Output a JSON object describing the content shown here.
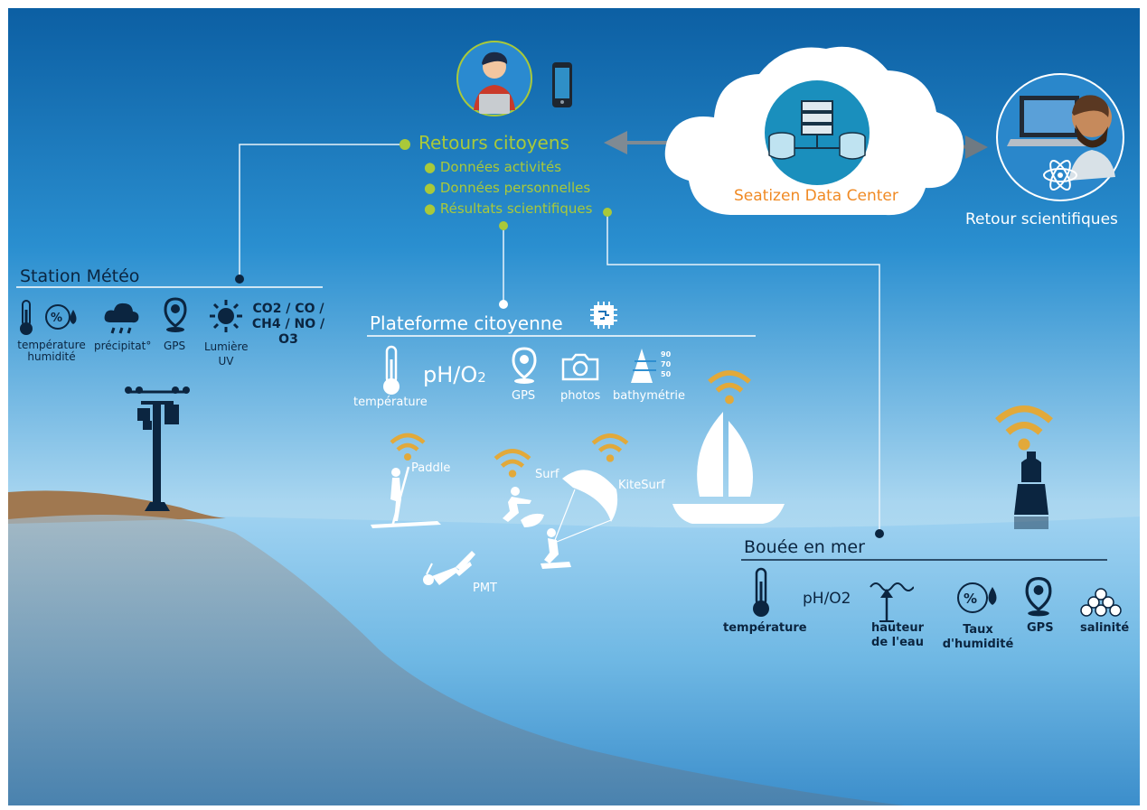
{
  "colors": {
    "sky_top": "#0c5fa3",
    "sky_bottom": "#c5e4f4",
    "sea": "#6fb8e4",
    "sand": "#a07850",
    "accent_green": "#a9c93a",
    "wifi_gold": "#e2a93a",
    "cloud_teal": "#1a8fbd",
    "datacenter_orange": "#f08a24",
    "dark_navy": "#0b2540"
  },
  "citizen": {
    "title": "Retours citoyens",
    "items": [
      "Données activités",
      "Données personnelles",
      "Résultats scientifiques"
    ],
    "icons": [
      "citizen-avatar-icon",
      "smartphone-icon"
    ]
  },
  "datacenter": {
    "label": "Seatizen Data Center",
    "icons": [
      "cloud-icon",
      "server-icon",
      "database-icon"
    ]
  },
  "science": {
    "label": "Retour scientifiques",
    "icons": [
      "scientist-avatar-icon",
      "laptop-icon",
      "atom-icon"
    ]
  },
  "station": {
    "title": "Station Météo",
    "sensors": {
      "temp_humidity": "température humidité",
      "precip": "précipitat°",
      "gps": "GPS",
      "light": "Lumière UV",
      "gases": "CO2 / CO / CH4 / NO / O3"
    },
    "icons": [
      "thermometer-icon",
      "humidity-icon",
      "rain-cloud-icon",
      "gps-pin-icon",
      "sun-icon",
      "weather-mast-icon"
    ]
  },
  "platform": {
    "title": "Plateforme citoyenne",
    "sensors": {
      "temperature": "température",
      "ph": "pH/O",
      "ph_sub": "2",
      "gps": "GPS",
      "photos": "photos",
      "bathy": "bathymétrie",
      "depths": [
        "90",
        "70",
        "50"
      ]
    },
    "activities": [
      "Paddle",
      "Surf",
      "KiteSurf",
      "PMT"
    ],
    "icons": [
      "chip-icon",
      "thermometer-icon",
      "gps-pin-icon",
      "camera-icon",
      "bathymetry-icon",
      "wifi-icon",
      "sailboat-icon"
    ]
  },
  "buoy": {
    "title": "Bouée en mer",
    "sensors": {
      "temperature": "température",
      "ph": "pH/O2",
      "water_height": "hauteur de l'eau",
      "humidity": "Taux d'humidité",
      "gps": "GPS",
      "salinity": "salinité"
    },
    "icons": [
      "buoy-icon",
      "wifi-icon",
      "thermometer-icon",
      "water-height-icon",
      "humidity-icon",
      "gps-pin-icon",
      "salinity-icon"
    ]
  }
}
